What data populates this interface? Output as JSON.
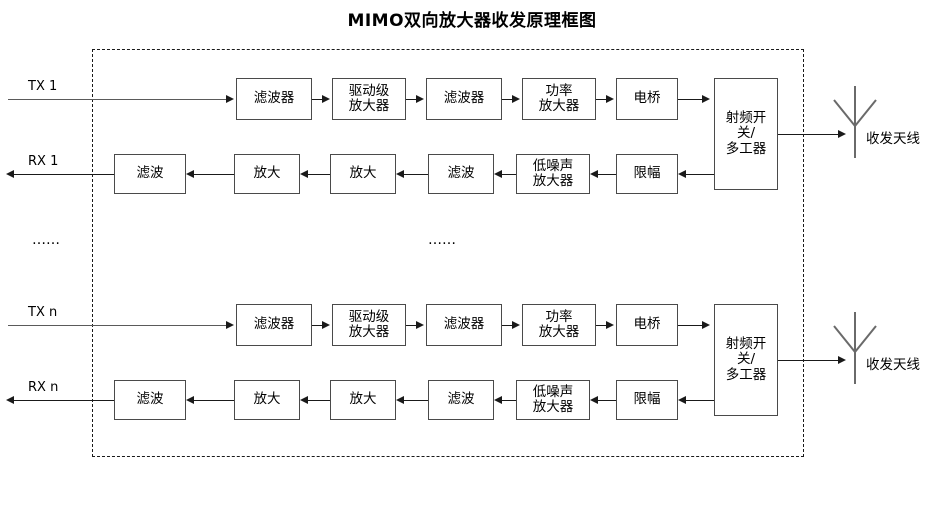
{
  "title": "MIMO双向放大器收发原理框图",
  "enclosure": {
    "name": "bidirectional-amplifier-boundary",
    "style": "dashed"
  },
  "branches": [
    {
      "id": "branch-1",
      "tx_port": "TX 1",
      "rx_port": "RX 1",
      "antenna_label": "收发天线",
      "tx_chain": [
        {
          "name": "filter",
          "label": "滤波器"
        },
        {
          "name": "driver-amplifier",
          "label": "驱动级\n放大器"
        },
        {
          "name": "filter",
          "label": "滤波器"
        },
        {
          "name": "power-amplifier",
          "label": "功率\n放大器"
        },
        {
          "name": "bridge",
          "label": "电桥"
        }
      ],
      "rx_chain": [
        {
          "name": "limiter",
          "label": "限幅"
        },
        {
          "name": "low-noise-amplifier",
          "label": "低噪声\n放大器"
        },
        {
          "name": "filter",
          "label": "滤波"
        },
        {
          "name": "amplifier",
          "label": "放大"
        },
        {
          "name": "amplifier",
          "label": "放大"
        },
        {
          "name": "filter",
          "label": "滤波"
        }
      ],
      "switch": {
        "name": "rf-switch-multiplexer",
        "label": "射频开\n关/\n多工器"
      }
    },
    {
      "id": "branch-n",
      "tx_port": "TX n",
      "rx_port": "RX n",
      "antenna_label": "收发天线",
      "tx_chain": [
        {
          "name": "filter",
          "label": "滤波器"
        },
        {
          "name": "driver-amplifier",
          "label": "驱动级\n放大器"
        },
        {
          "name": "filter",
          "label": "滤波器"
        },
        {
          "name": "power-amplifier",
          "label": "功率\n放大器"
        },
        {
          "name": "bridge",
          "label": "电桥"
        }
      ],
      "rx_chain": [
        {
          "name": "limiter",
          "label": "限幅"
        },
        {
          "name": "low-noise-amplifier",
          "label": "低噪声\n放大器"
        },
        {
          "name": "filter",
          "label": "滤波"
        },
        {
          "name": "amplifier",
          "label": "放大"
        },
        {
          "name": "amplifier",
          "label": "放大"
        },
        {
          "name": "filter",
          "label": "滤波"
        }
      ],
      "switch": {
        "name": "rf-switch-multiplexer",
        "label": "射频开\n关/\n多工器"
      }
    }
  ],
  "ellipsis_left": "……",
  "ellipsis_middle": "……",
  "colors": {
    "line": "#1a1a1a",
    "tx_line": "#5a5a5a",
    "block_border": "#4a4a4a",
    "background": "#ffffff"
  }
}
